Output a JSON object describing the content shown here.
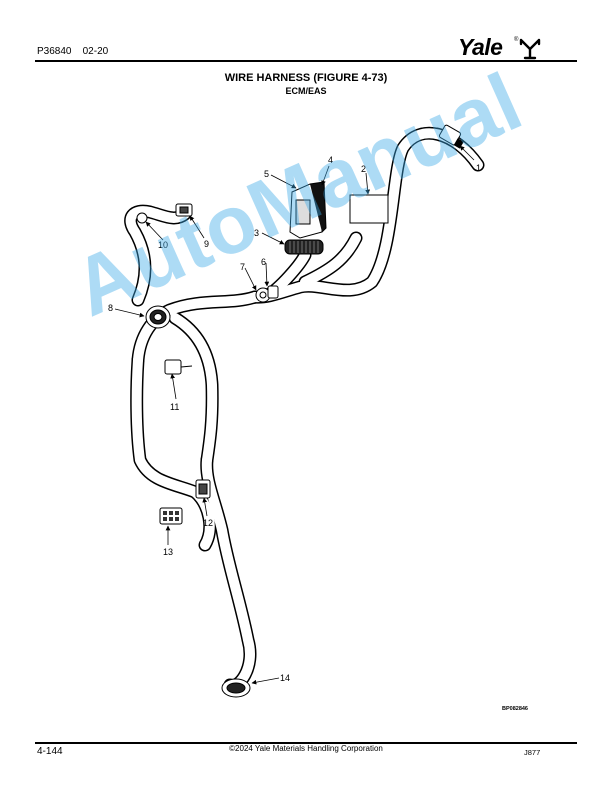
{
  "header": {
    "doc_code": "P36840",
    "date": "02-20",
    "brand": "Yale",
    "reg_mark": "®"
  },
  "title": "WIRE HARNESS (FIGURE 4-73)",
  "subtitle": "ECM/EAS",
  "callouts": [
    "1",
    "2",
    "3",
    "4",
    "5",
    "6",
    "7",
    "8",
    "9",
    "10",
    "11",
    "12",
    "13",
    "14"
  ],
  "figure_code": "BP082846",
  "footer": {
    "page_number": "4-144",
    "copyright": "©2024 Yale Materials Handling Corporation",
    "code": "J877"
  },
  "watermark": "AutoManual"
}
